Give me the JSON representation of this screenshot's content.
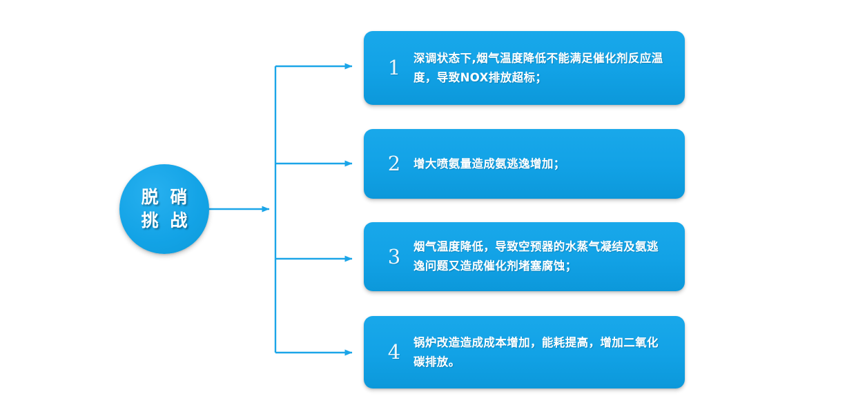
{
  "diagram": {
    "type": "flow-tree",
    "orientation": "left-to-right",
    "accent_color": "#12A3E6",
    "line_color": "#1BA5E8",
    "background_color": "#FFFFFF",
    "text_color": "#FFFFFF"
  },
  "hub": {
    "name": "脱硝挑战",
    "line1": "脱 硝",
    "line2": "挑 战"
  },
  "items": [
    {
      "number": "1",
      "text": "深调状态下,烟气温度降低不能满足催化剂反应温度，导致NOX排放超标；"
    },
    {
      "number": "2",
      "text": "增大喷氨量造成氨逃逸增加；"
    },
    {
      "number": "3",
      "text": "烟气温度降低，导致空预器的水蒸气凝结及氨逃逸问题又造成催化剂堵塞腐蚀；"
    },
    {
      "number": "4",
      "text": "锅炉改造造成成本增加，能耗提高，增加二氧化碳排放。"
    }
  ]
}
